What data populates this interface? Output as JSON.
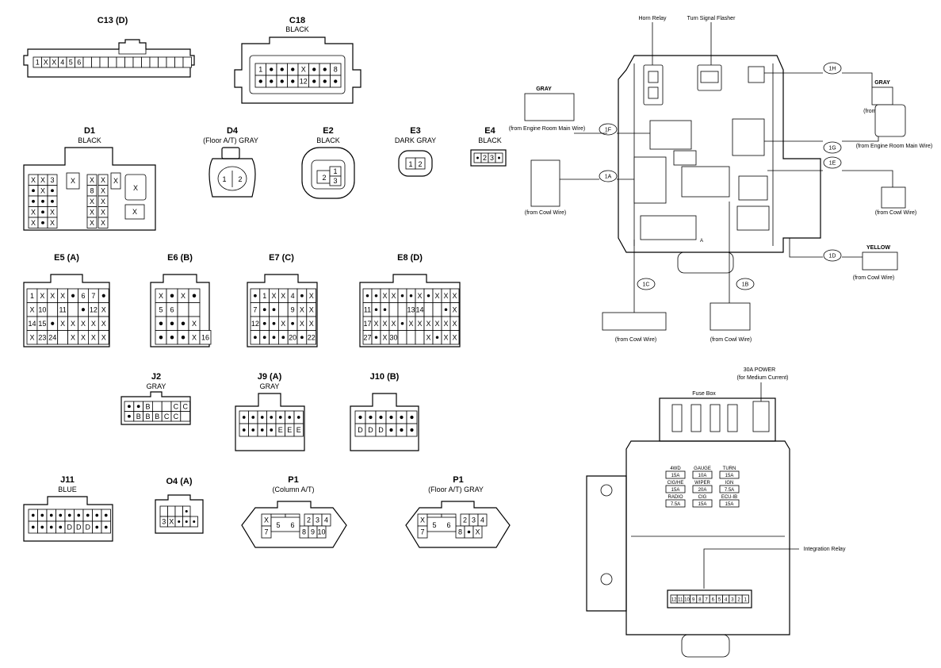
{
  "connectors": [
    {
      "id": "c13",
      "title": "C13 (D)",
      "subtitle": "",
      "pins": [
        "1",
        "X",
        "X",
        "4",
        "5",
        "6",
        "",
        "",
        "",
        "",
        "",
        "",
        "",
        "",
        "",
        "",
        "",
        "",
        ""
      ]
    },
    {
      "id": "c18",
      "title": "C18",
      "subtitle": "BLACK",
      "rows": [
        [
          "1",
          "•",
          "•",
          "•",
          "X",
          "•",
          "•",
          "8"
        ],
        [
          "•",
          "•",
          "•",
          "•",
          "12",
          "•",
          "•",
          "•"
        ]
      ]
    },
    {
      "id": "d1",
      "title": "D1",
      "subtitle": "BLACK",
      "pins": [
        "X",
        "X",
        "3",
        "X",
        "X",
        "•",
        "X",
        "•",
        "8",
        "X",
        "•",
        "•",
        "•",
        "X",
        "X",
        "X",
        "•",
        "X",
        "X",
        "X",
        "X",
        "•",
        "X",
        "X",
        "X"
      ]
    },
    {
      "id": "d4",
      "title": "D4",
      "subtitle": "(Floor A/T)   GRAY",
      "pins": [
        "1",
        "2"
      ]
    },
    {
      "id": "e2",
      "title": "E2",
      "subtitle": "BLACK",
      "pins": [
        "1",
        "2",
        "3"
      ]
    },
    {
      "id": "e3",
      "title": "E3",
      "subtitle": "DARK GRAY",
      "pins": [
        "1",
        "2"
      ]
    },
    {
      "id": "e4",
      "title": "E4",
      "subtitle": "BLACK",
      "pins": [
        "•",
        "2",
        "3",
        "•"
      ]
    },
    {
      "id": "e5",
      "title": "E5 (A)",
      "subtitle": "",
      "rows": [
        [
          "1",
          "X",
          "X",
          "X",
          "•",
          "6",
          "7",
          "•"
        ],
        [
          "X",
          "10",
          "",
          "11",
          "",
          "•",
          "12",
          "X"
        ],
        [
          "14",
          "15",
          "•",
          "X",
          "X",
          "X",
          "X",
          "X"
        ],
        [
          "X",
          "23",
          "24",
          "",
          "X",
          "X",
          "X",
          "X"
        ]
      ]
    },
    {
      "id": "e6",
      "title": "E6 (B)",
      "subtitle": "",
      "rows": [
        [
          "X",
          "•",
          "X",
          "•"
        ],
        [
          "5",
          "6",
          "",
          ""
        ],
        [
          "•",
          "•",
          "•",
          "X"
        ],
        [
          "•",
          "•",
          "•",
          "X",
          "16"
        ]
      ]
    },
    {
      "id": "e7",
      "title": "E7 (C)",
      "subtitle": "",
      "rows": [
        [
          "•",
          "1",
          "X",
          "X",
          "4",
          "•",
          "X"
        ],
        [
          "7",
          "•",
          "•",
          "",
          "9",
          "X",
          "X"
        ],
        [
          "12",
          "•",
          "•",
          "X",
          "•",
          "X",
          "X"
        ],
        [
          "•",
          "•",
          "•",
          "•",
          "20",
          "•",
          "22"
        ]
      ]
    },
    {
      "id": "e8",
      "title": "E8 (D)",
      "subtitle": "",
      "rows": [
        [
          "•",
          "•",
          "X",
          "X",
          "•",
          "•",
          "X",
          "•",
          "X",
          "X",
          "X"
        ],
        [
          "11",
          "•",
          "•",
          "",
          "",
          "13",
          "14",
          "",
          "",
          "•",
          "X"
        ],
        [
          "17",
          "X",
          "X",
          "X",
          "•",
          "X",
          "X",
          "X",
          "X",
          "X",
          "X"
        ],
        [
          "27",
          "•",
          "X",
          "30",
          "",
          "",
          "",
          "X",
          "•",
          "X",
          "X"
        ]
      ]
    },
    {
      "id": "j2",
      "title": "J2",
      "subtitle": "GRAY",
      "rows": [
        [
          "•",
          "•",
          "B",
          "",
          "",
          "C",
          "C"
        ],
        [
          "•",
          "B",
          "B",
          "B",
          "C",
          "C",
          ""
        ]
      ]
    },
    {
      "id": "j9",
      "title": "J9 (A)",
      "subtitle": "GRAY",
      "rows": [
        [
          "•",
          "•",
          "•",
          "•",
          "•",
          "•",
          "•"
        ],
        [
          "•",
          "•",
          "•",
          "•",
          "E",
          "E",
          "E"
        ]
      ]
    },
    {
      "id": "j10",
      "title": "J10 (B)",
      "subtitle": "",
      "rows": [
        [
          "•",
          "•",
          "•",
          "•",
          "•",
          "•"
        ],
        [
          "D",
          "D",
          "D",
          "•",
          "•",
          "•"
        ]
      ]
    },
    {
      "id": "j11",
      "title": "J11",
      "subtitle": "BLUE",
      "rows": [
        [
          "•",
          "•",
          "•",
          "•",
          "•",
          "•",
          "•",
          "•",
          "•"
        ],
        [
          "•",
          "•",
          "•",
          "•",
          "D",
          "D",
          "D",
          "•",
          "•"
        ]
      ]
    },
    {
      "id": "o4",
      "title": "O4 (A)",
      "subtitle": "",
      "rows": [
        [
          "",
          "",
          "",
          "•"
        ],
        [
          "3",
          "X",
          "•",
          "•",
          "•"
        ]
      ]
    },
    {
      "id": "p1c",
      "title": "P1",
      "subtitle": "(Column A/T)",
      "rows": [
        [
          "X",
          "5",
          "6",
          "2",
          "3",
          "4"
        ],
        [
          "7",
          "",
          "",
          "8",
          "9",
          "10"
        ]
      ]
    },
    {
      "id": "p1f",
      "title": "P1",
      "subtitle": "(Floor A/T)   GRAY",
      "rows": [
        [
          "X",
          "5",
          "6",
          "2",
          "3",
          "4"
        ],
        [
          "7",
          "",
          "",
          "8",
          "•",
          "X"
        ]
      ]
    }
  ],
  "junction_block": {
    "labels": {
      "horn_relay": "Horn Relay",
      "turn_signal_flasher": "Turn Signal Flasher",
      "gray_1": "GRAY",
      "gray_2": "GRAY",
      "yellow": "YELLOW",
      "from_engine_room_main_1": "(from Engine Room Main Wire)",
      "from_engine_room_main_2": "(from Engine Room Main Wire)",
      "from_roof_wire": "(from Roof Wire)",
      "from_cowl_1": "(from Cowl Wire)",
      "from_cowl_2": "(from Cowl Wire)",
      "from_cowl_3": "(from Cowl Wire)",
      "from_cowl_4": "(from Cowl Wire)",
      "from_cowl_5": "(from Cowl Wire)",
      "tag_a": "A"
    },
    "tags": [
      "1H",
      "1F",
      "1G",
      "1E",
      "1A",
      "1D",
      "1C",
      "1B"
    ]
  },
  "fuse_box": {
    "power_label_1": "30A POWER",
    "power_label_2": "(for Medium Current)",
    "fuse_box_label": "Fuse Box",
    "integration_relay": "Integration Relay",
    "fuses": [
      {
        "name": "4WD",
        "amp": "15A"
      },
      {
        "name": "GAUGE",
        "amp": "10A"
      },
      {
        "name": "TURN",
        "amp": "15A"
      },
      {
        "name": "CIG/HE",
        "amp": "15A"
      },
      {
        "name": "WIPER",
        "amp": "20A"
      },
      {
        "name": "IGN",
        "amp": "7.5A"
      },
      {
        "name": "RADIO",
        "amp": "7.5A"
      },
      {
        "name": "CIG",
        "amp": "15A"
      },
      {
        "name": "ECU-IB",
        "amp": "15A"
      }
    ],
    "relay_pins": [
      "12",
      "11",
      "10",
      "9",
      "8",
      "7",
      "6",
      "5",
      "4",
      "3",
      "2",
      "1"
    ]
  },
  "colors": {
    "ink": "#000000",
    "paper": "#ffffff"
  }
}
